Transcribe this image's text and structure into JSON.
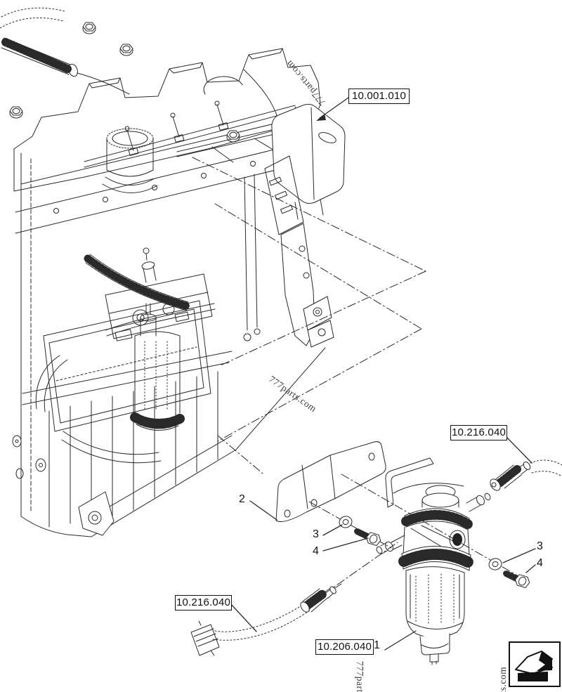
{
  "colors": {
    "background": "#ffffff",
    "line": "#2a2a2a",
    "text": "#111111"
  },
  "watermark": {
    "text": "777parts.com"
  },
  "ref_boxes": [
    {
      "label": "10.001.010"
    },
    {
      "label": "10.216.040"
    },
    {
      "label": "10.216.040"
    },
    {
      "label": "10.206.040"
    }
  ],
  "callouts": [
    {
      "label": "2"
    },
    {
      "label": "3"
    },
    {
      "label": "4"
    },
    {
      "label": "3"
    },
    {
      "label": "4"
    },
    {
      "label": "1"
    }
  ]
}
